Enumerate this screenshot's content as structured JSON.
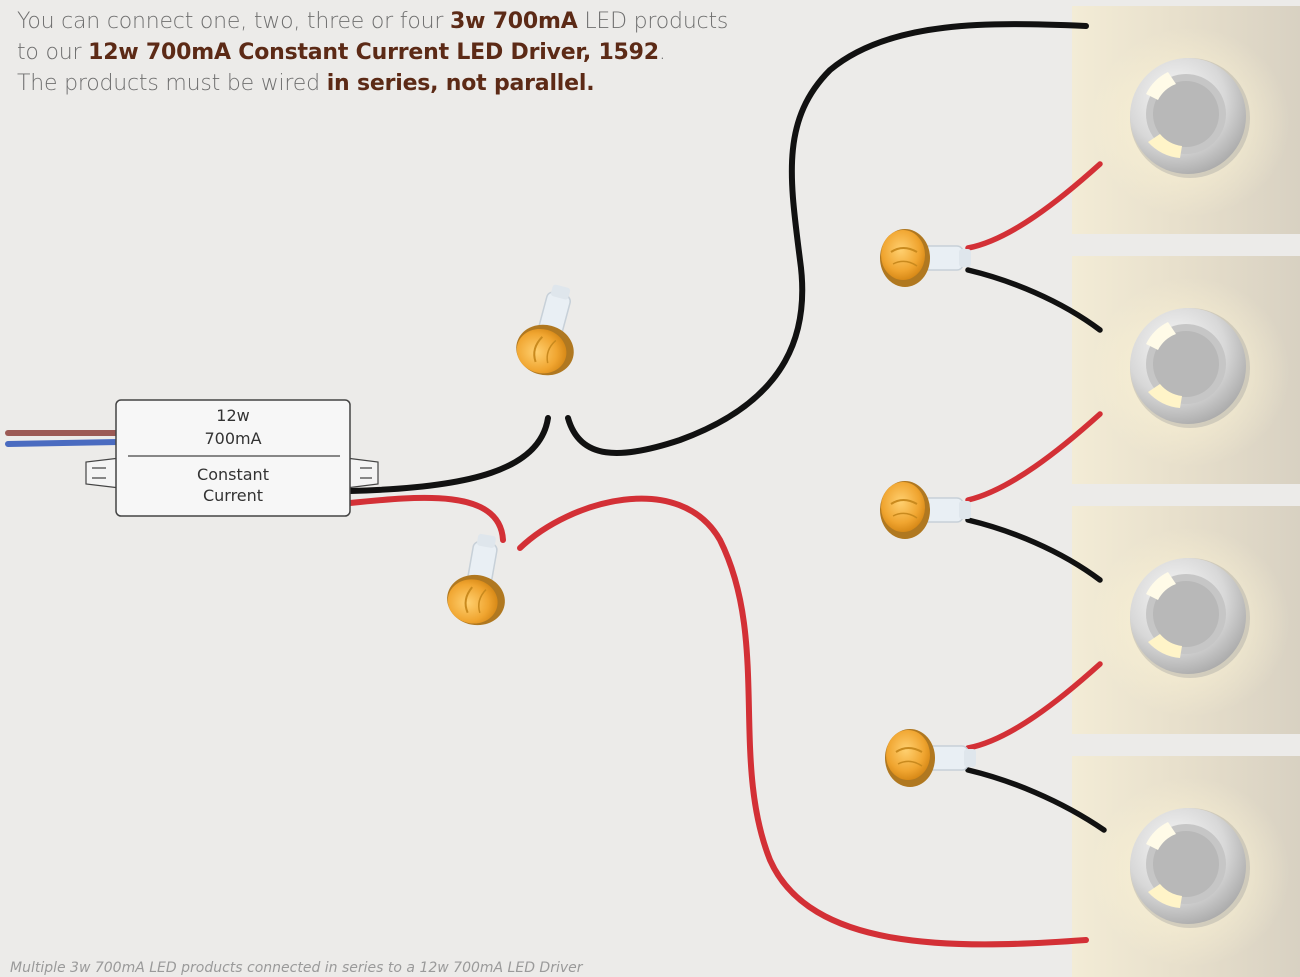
{
  "intro": {
    "line1_a": "You can connect one, two, three or four ",
    "line1_b": "3w 700mA",
    "line1_c": " LED products",
    "line2_a": "to our ",
    "line2_b": "12w 700mA Constant Current LED Driver, 1592",
    "line2_c": ".",
    "line3_a": "The products must be wired ",
    "line3_b": "in series, not parallel."
  },
  "driver": {
    "power": "12w",
    "current": "700mA",
    "type_line1": "Constant",
    "type_line2": "Current"
  },
  "caption": "Multiple 3w 700mA LED products connected in series to a 12w 700mA LED Driver",
  "colors": {
    "background": "#ecebe9",
    "highlight_text": "#5c2a16",
    "wire_black": "#111111",
    "wire_red": "#d33036",
    "wire_brown": "#9c5a55",
    "wire_blue": "#4a6bc0",
    "connector_orange": "#f2b040"
  },
  "icons": [
    "led-driver-icon",
    "wire-connector-icon",
    "wall-led-light-icon"
  ]
}
